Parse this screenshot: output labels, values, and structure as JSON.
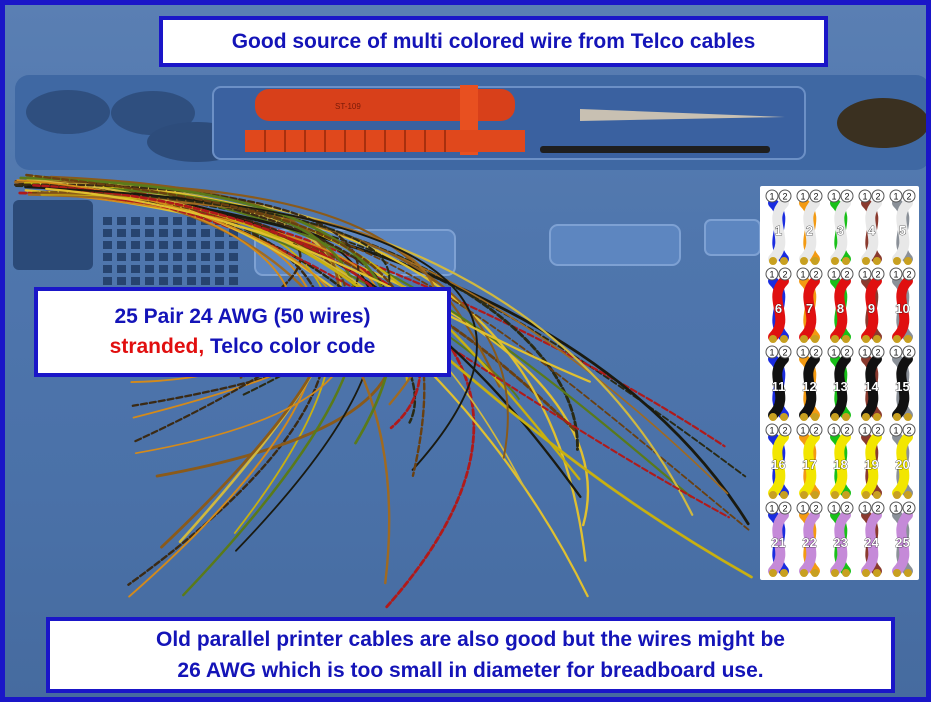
{
  "callouts": {
    "top": "Good source of multi colored wire from Telco cables",
    "middle_line1": "25 Pair 24 AWG (50 wires)",
    "middle_red": "stranded,",
    "middle_rest": " Telco color code",
    "bottom_line1": "Old parallel printer cables are also good but the wires might be",
    "bottom_line2": "26 AWG which is too small in diameter for breadboard use."
  },
  "tool_label": "ST-109",
  "color_chart": {
    "wire_tags": [
      "1",
      "2"
    ],
    "primary_colors": [
      "#ffffff",
      "#e01010",
      "#111111",
      "#f2e600",
      "#c58ad8"
    ],
    "secondary_colors": [
      "#1a2ce0",
      "#f39a12",
      "#18c018",
      "#8a3a2e",
      "#8a9098"
    ],
    "numbers": [
      "1",
      "2",
      "3",
      "4",
      "5",
      "6",
      "7",
      "8",
      "9",
      "10",
      "11",
      "12",
      "13",
      "14",
      "15",
      "16",
      "17",
      "18",
      "19",
      "20",
      "21",
      "22",
      "23",
      "24",
      "25"
    ]
  },
  "colors": {
    "frame_blue": "#1a16c8",
    "callout_text": "#1414b8",
    "emphasis_red": "#e10f0f",
    "mat_blue": "#4f76ad"
  }
}
